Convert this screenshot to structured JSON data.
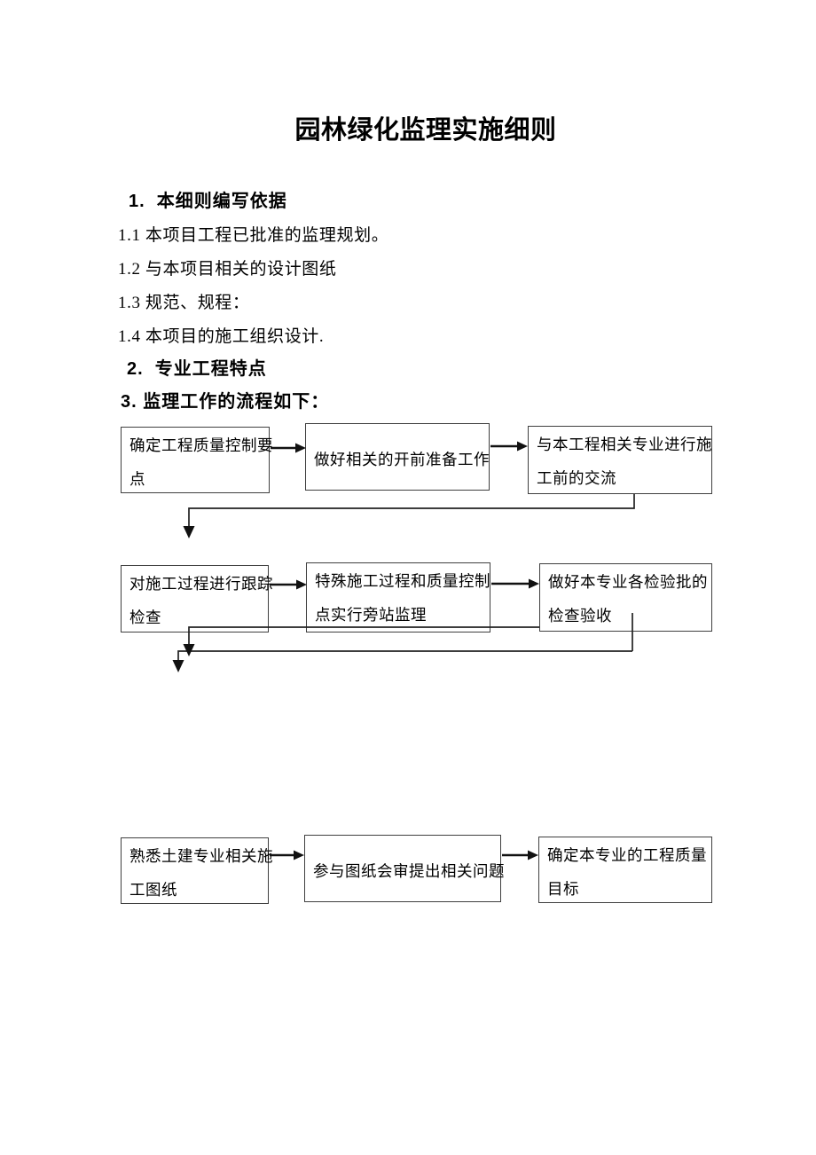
{
  "document": {
    "title": "园林绿化监理实施细则",
    "section1_heading": "1.  本细则编写依据",
    "clauses": [
      "1.1 本项目工程已批准的监理规划。",
      "1.2 与本项目相关的设计图纸",
      "1.3 规范、规程：",
      "1.4 本项目的施工组织设计."
    ],
    "section2_heading": "2.  专业工程特点",
    "section3_heading": "3. 监理工作的流程如下："
  },
  "flowchart": {
    "rows": [
      {
        "boxes": [
          {
            "lines": [
              "确定工程质量控制要",
              "点"
            ]
          },
          {
            "lines": [
              "做好相关的开前准备工作"
            ]
          },
          {
            "lines": [
              "与本工程相关专业进行施",
              "工前的交流"
            ]
          }
        ]
      },
      {
        "boxes": [
          {
            "lines": [
              "对施工过程进行跟踪",
              "检查"
            ]
          },
          {
            "lines": [
              "特殊施工过程和质量控制",
              "点实行旁站监理"
            ]
          },
          {
            "lines": [
              "做好本专业各检验批的",
              "检查验收"
            ]
          }
        ]
      },
      {
        "boxes": [
          {
            "lines": [
              "熟悉土建专业相关施",
              "工图纸"
            ]
          },
          {
            "lines": [
              "参与图纸会审提出相关问题"
            ]
          },
          {
            "lines": [
              "确定本专业的工程质量",
              "目标"
            ]
          }
        ]
      }
    ]
  },
  "colors": {
    "background": "#ffffff",
    "text": "#000000",
    "box_border": "#3f3f3f",
    "line": "#111111"
  }
}
